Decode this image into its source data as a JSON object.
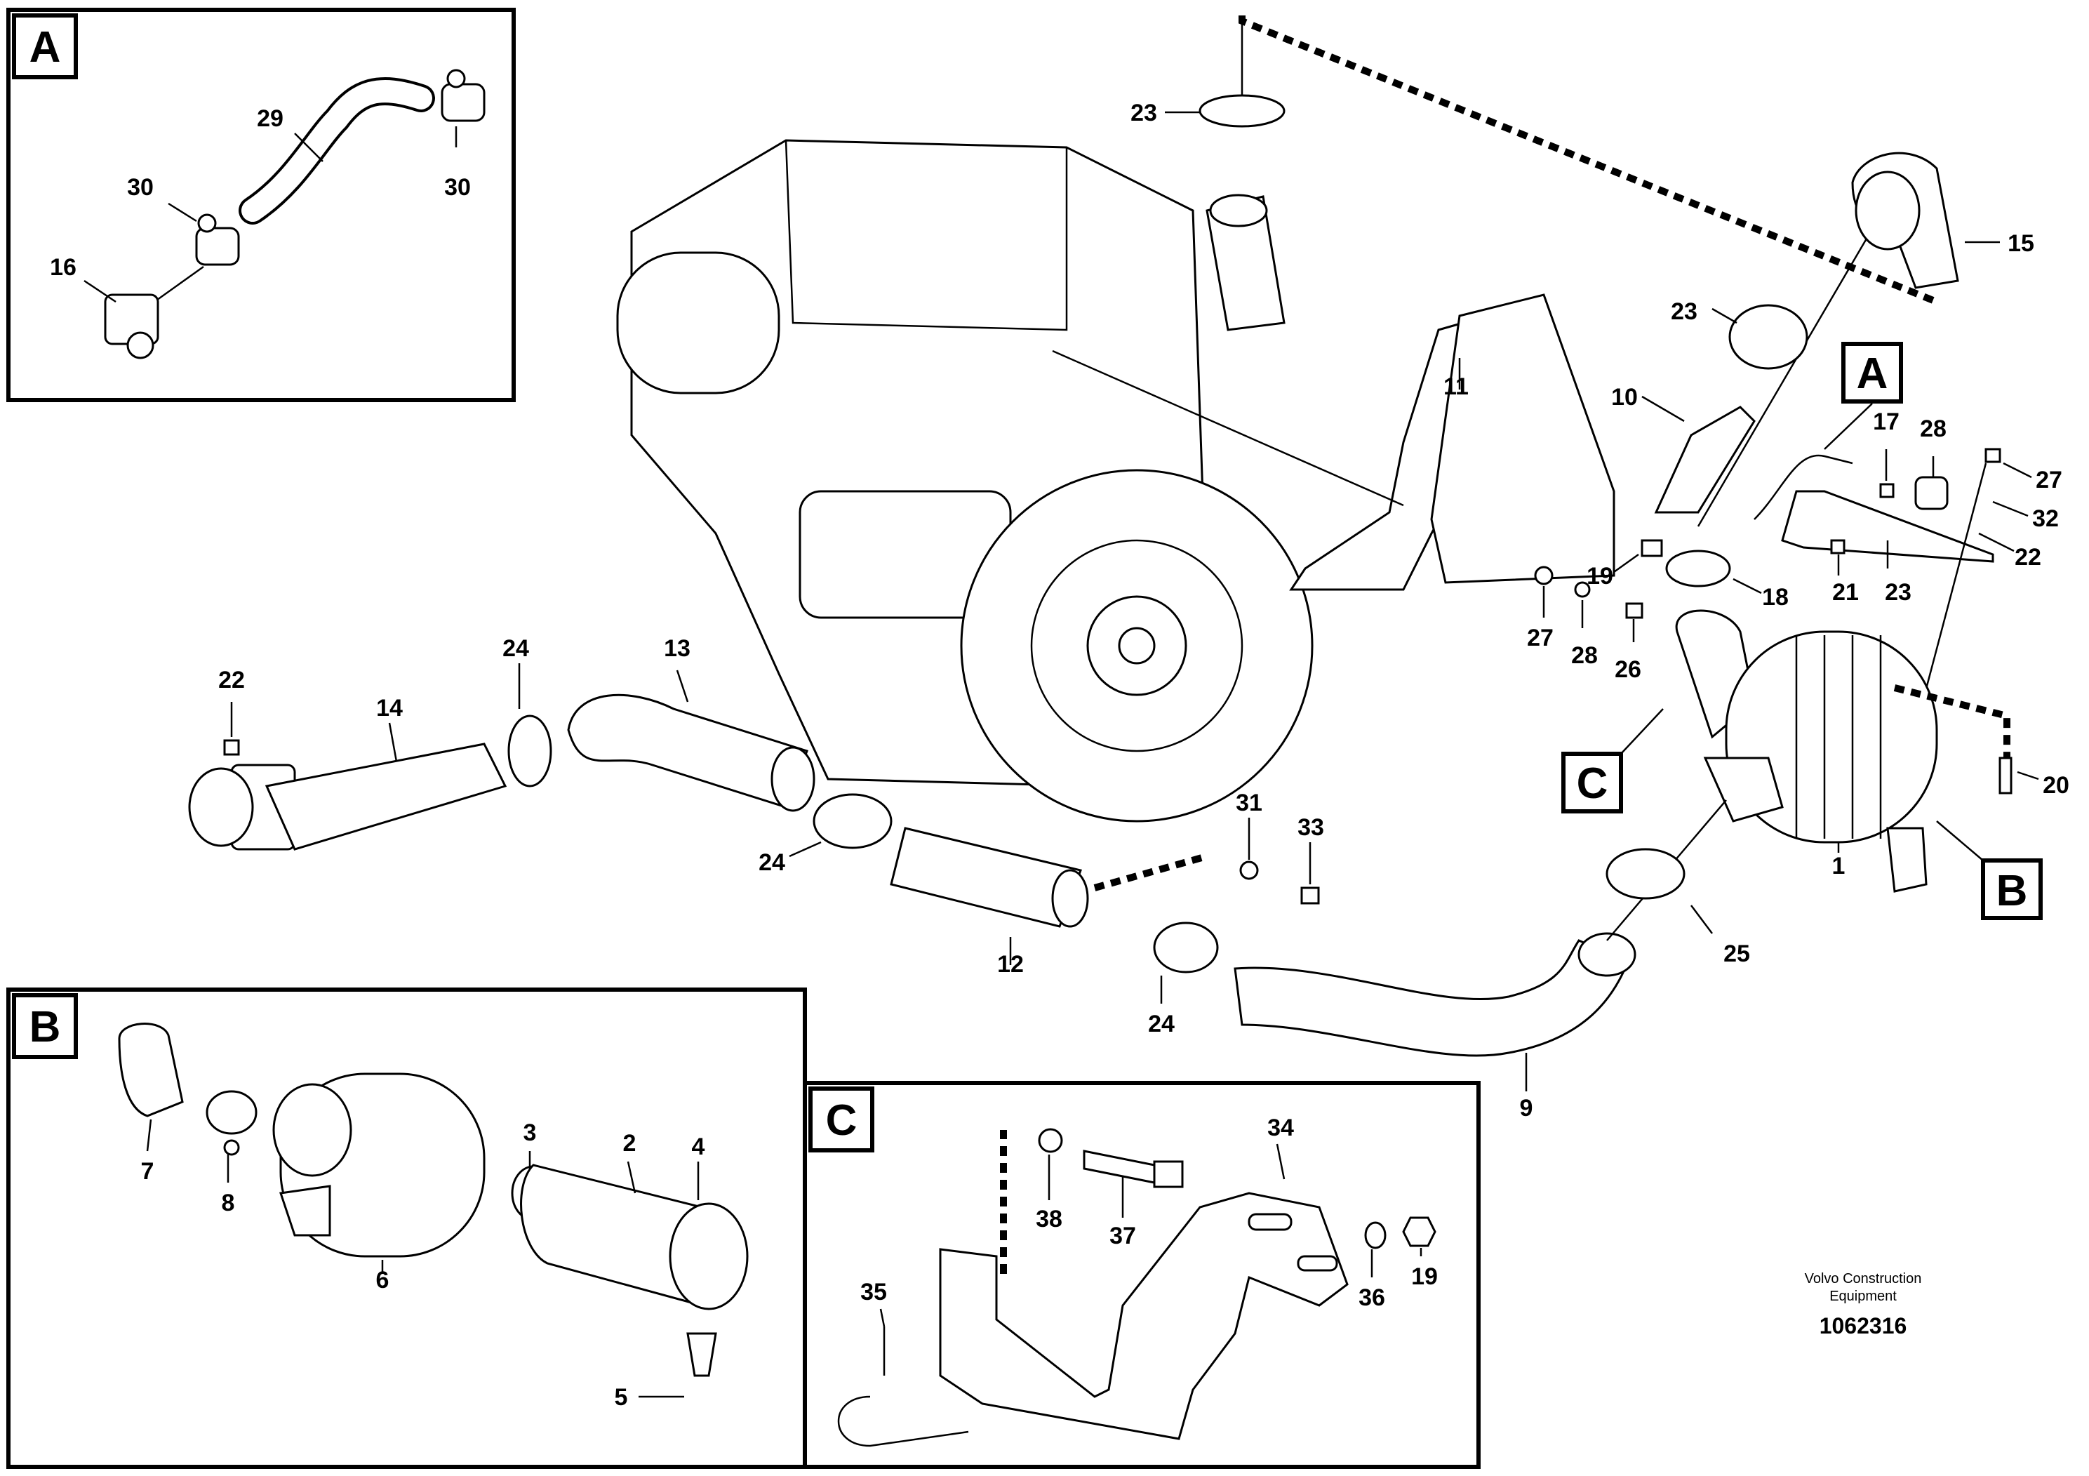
{
  "panels": [
    {
      "id": "A",
      "letter": "A"
    },
    {
      "id": "B",
      "letter": "B"
    },
    {
      "id": "C",
      "letter": "C"
    }
  ],
  "ref_boxes": [
    {
      "id": "ref-A",
      "letter": "A"
    },
    {
      "id": "ref-B",
      "letter": "B"
    },
    {
      "id": "ref-C",
      "letter": "C"
    }
  ],
  "callouts": [
    {
      "id": "c29",
      "text": "29"
    },
    {
      "id": "c30a",
      "text": "30"
    },
    {
      "id": "c30b",
      "text": "30"
    },
    {
      "id": "c16",
      "text": "16"
    },
    {
      "id": "c23a",
      "text": "23"
    },
    {
      "id": "c15",
      "text": "15"
    },
    {
      "id": "c23b",
      "text": "23"
    },
    {
      "id": "c10",
      "text": "10"
    },
    {
      "id": "c11",
      "text": "11"
    },
    {
      "id": "c17",
      "text": "17"
    },
    {
      "id": "c18",
      "text": "18"
    },
    {
      "id": "c19a",
      "text": "19"
    },
    {
      "id": "c28a",
      "text": "28"
    },
    {
      "id": "c27a",
      "text": "27"
    },
    {
      "id": "c32",
      "text": "32"
    },
    {
      "id": "c22a",
      "text": "22"
    },
    {
      "id": "c23c",
      "text": "23"
    },
    {
      "id": "c21",
      "text": "21"
    },
    {
      "id": "c27b",
      "text": "27"
    },
    {
      "id": "c28b",
      "text": "28"
    },
    {
      "id": "c26",
      "text": "26"
    },
    {
      "id": "c20",
      "text": "20"
    },
    {
      "id": "c1",
      "text": "1"
    },
    {
      "id": "c22b",
      "text": "22"
    },
    {
      "id": "c14",
      "text": "14"
    },
    {
      "id": "c24a",
      "text": "24"
    },
    {
      "id": "c13",
      "text": "13"
    },
    {
      "id": "c24b",
      "text": "24"
    },
    {
      "id": "c31",
      "text": "31"
    },
    {
      "id": "c33",
      "text": "33"
    },
    {
      "id": "c12",
      "text": "12"
    },
    {
      "id": "c24c",
      "text": "24"
    },
    {
      "id": "c25",
      "text": "25"
    },
    {
      "id": "c9",
      "text": "9"
    },
    {
      "id": "c7",
      "text": "7"
    },
    {
      "id": "c8",
      "text": "8"
    },
    {
      "id": "c3",
      "text": "3"
    },
    {
      "id": "c2",
      "text": "2"
    },
    {
      "id": "c4",
      "text": "4"
    },
    {
      "id": "c6",
      "text": "6"
    },
    {
      "id": "c5",
      "text": "5"
    },
    {
      "id": "c34",
      "text": "34"
    },
    {
      "id": "c38",
      "text": "38"
    },
    {
      "id": "c37",
      "text": "37"
    },
    {
      "id": "c36",
      "text": "36"
    },
    {
      "id": "c19b",
      "text": "19"
    },
    {
      "id": "c35",
      "text": "35"
    }
  ],
  "footer": {
    "company_line1": "Volvo Construction",
    "company_line2": "Equipment",
    "doc_number": "1062316"
  }
}
